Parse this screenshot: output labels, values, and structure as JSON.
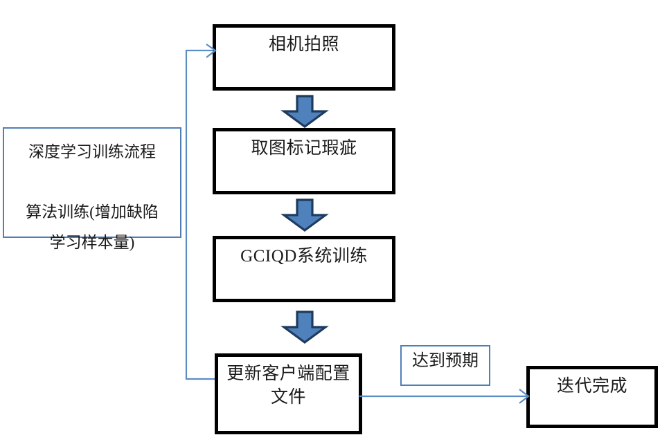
{
  "diagram": {
    "title_text": "深度学习训练流程",
    "colors": {
      "box_border": "#000000",
      "note_border": "#4f7fb5",
      "arrow_fill": "#4f81bd",
      "arrow_stroke": "#1f3b5c",
      "connector": "#5b8cc4",
      "text": "#1a1a1a",
      "background": "#ffffff"
    },
    "notes": [
      {
        "id": "training-process-note",
        "line1": "深度学习训练流程",
        "line2": "算法训练(增加缺陷",
        "line3": "学习样本量)",
        "text": "深度学习训练流程\n\n算法训练(增加缺陷\n学习样本量)"
      }
    ],
    "steps": [
      {
        "id": "step-1",
        "text": "相机拍照"
      },
      {
        "id": "step-2",
        "text": "取图标记瑕疵"
      },
      {
        "id": "step-3",
        "text": "GCIQD系统训练"
      },
      {
        "id": "step-4",
        "text": "更新客户端配置\n文件"
      },
      {
        "id": "step-5",
        "text": "迭代完成"
      }
    ],
    "labels": [
      {
        "id": "expectation-label",
        "text": "达到预期"
      }
    ],
    "connectors": [
      {
        "id": "arrow-step1-step2",
        "kind": "block-arrow",
        "direction": "down"
      },
      {
        "id": "arrow-step2-step3",
        "kind": "block-arrow",
        "direction": "down"
      },
      {
        "id": "arrow-step3-step4",
        "kind": "block-arrow",
        "direction": "down"
      },
      {
        "id": "arrow-step4-step5",
        "kind": "line-arrow",
        "direction": "right"
      },
      {
        "id": "feedback-loop-step4-step1",
        "kind": "line-arrow",
        "direction": "up-right"
      }
    ]
  }
}
